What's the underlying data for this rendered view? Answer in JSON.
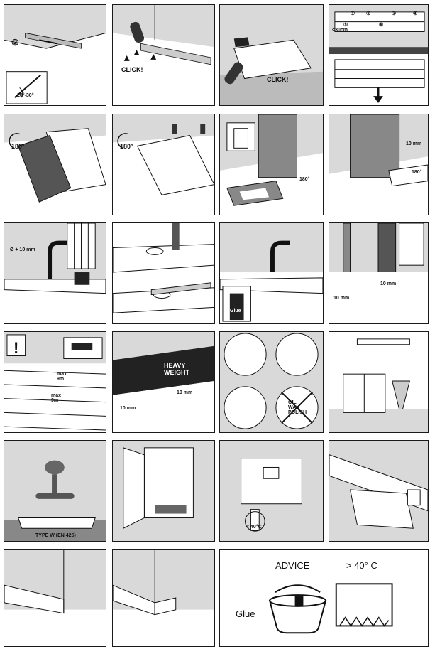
{
  "labels": {
    "circle_two": "②",
    "angle": "20°-30°",
    "click1": "CLICK!",
    "click2": "CLICK!",
    "gap_30": "<30cm",
    "n1": "①",
    "n2": "②",
    "n3": "③",
    "n4": "④",
    "n5": "⑤",
    "n6": "⑥",
    "deg180_a": "180°",
    "deg180_b": "180°",
    "deg180_c": "180°",
    "deg180_d": "180°",
    "mm10_a": "10 mm",
    "diam": "Ø + 10 mm",
    "glue_bottle": "Glue",
    "mm10_b": "10 mm",
    "mm10_c": "10 mm",
    "exclaim": "!",
    "max9_a": "max\n9m",
    "max9_b": "max\n9m",
    "heavy": "HEAVY\nWEIGHT",
    "mm10_d": "10 mm",
    "mm10_e": "10 mm",
    "oil": "OIL\nWAX\nPOLISH",
    "typew": "TYPE W (EN 425)",
    "temp": "< 40°C",
    "advice": "ADVICE",
    "gt40": "> 40° C",
    "glue": "Glue"
  }
}
